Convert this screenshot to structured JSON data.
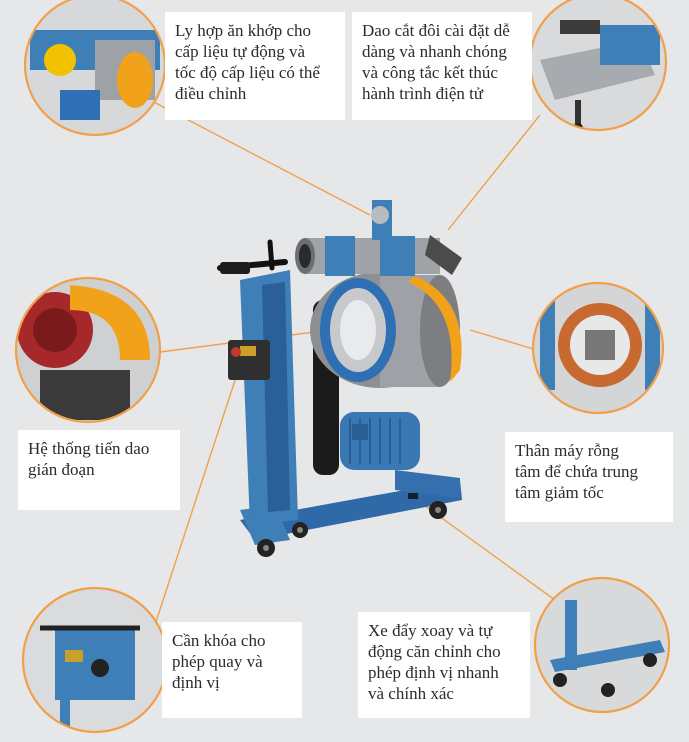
{
  "callouts": [
    {
      "id": "clutch",
      "lines": [
        "Ly hợp ăn khớp cho",
        "cấp liệu tự động và",
        "tốc độ cấp liệu có thể",
        "điều chỉnh"
      ]
    },
    {
      "id": "tool",
      "lines": [
        "Dao cắt đôi cài đặt dễ",
        "dàng và nhanh chóng",
        "và công tắc kết thúc",
        "hành trình điện tử"
      ]
    },
    {
      "id": "feed",
      "lines": [
        "Hệ thống tiến dao",
        "gián đoạn"
      ]
    },
    {
      "id": "hollow",
      "lines": [
        "Thân máy rỗng",
        "tâm để chứa trung",
        "tâm giảm tốc"
      ]
    },
    {
      "id": "lever",
      "lines": [
        "Cần khóa cho",
        "phép quay và",
        "định vị"
      ]
    },
    {
      "id": "cart",
      "lines": [
        "Xe đẩy xoay và tự",
        "động căn chỉnh cho",
        "phép định vị nhanh",
        "và chính xác"
      ]
    }
  ],
  "colors": {
    "background": "#e6e7e8",
    "accent_orange": "#f0a04b",
    "machine_blue": "#3f7fb8",
    "machine_dark": "#1a1a1a",
    "guard_yellow": "#f2a21a"
  }
}
